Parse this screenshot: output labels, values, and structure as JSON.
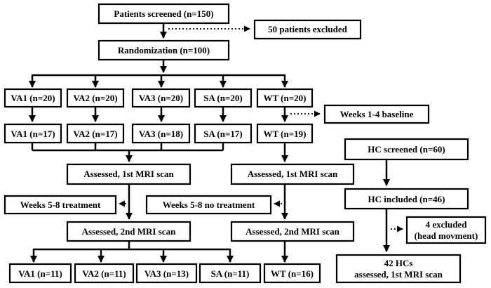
{
  "nodes": {
    "screened": "Patients screened (n=150)",
    "excluded": "50 patients excluded",
    "randomization": "Randomization (n=100)",
    "groups": [
      "VA1 (n=20)",
      "VA2 (n=20)",
      "VA3 (n=20)",
      "SA (n=20)",
      "WT (n=20)"
    ],
    "baseline": "Weeks 1-4 baseline",
    "groups_after": [
      "VA1 (n=17)",
      "VA2 (n=17)",
      "VA3 (n=18)",
      "SA (n=17)",
      "WT (n=19)"
    ],
    "assessed1_left": "Assessed, 1st MRI scan",
    "assessed1_right": "Assessed, 1st MRI scan",
    "treatment": "Weeks 5-8 treatment",
    "no_treatment": "Weeks 5-8 no treatment",
    "assessed2_left": "Assessed, 2nd MRI scan",
    "assessed2_right": "Assessed, 2nd MRI scan",
    "final_groups": [
      "VA1 (n=11)",
      "VA2 (n=11)",
      "VA3 (n=13)",
      "SA (n=11)",
      "WT (n=16)"
    ],
    "hc_screened": "HC screened (n=60)",
    "hc_included": "HC included (n=46)",
    "hc_excluded_line1": "4 excluded",
    "hc_excluded_line2": "(head movment)",
    "hc_final_line1": "42 HCs",
    "hc_final_line2": "assessed, 1st MRI scan"
  }
}
